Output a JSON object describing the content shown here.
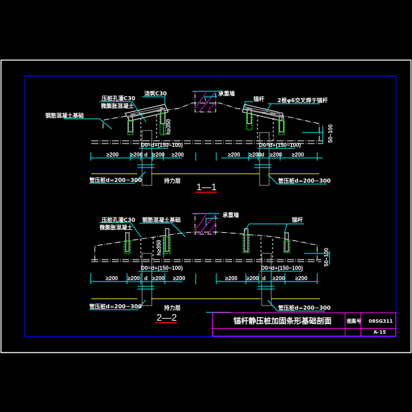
{
  "drawing": {
    "title": "锚杆静压桩加固条形基础剖面",
    "atlas_label": "图集号",
    "atlas_no": "08SG311",
    "page_no": "A-15"
  },
  "colors": {
    "background": "#000000",
    "outer_frame": "#ffffff",
    "inner_frame": "#0000ff",
    "structure": "#ffffff",
    "leader": "#00ffff",
    "hatch": "#ff00ff",
    "anchor_hole": "#00ff00",
    "bearing_layer": "#ffff00",
    "section_underline": "#ff0000",
    "title_block": "#ff00ff"
  },
  "section_1": {
    "label": "1—1",
    "callouts": {
      "strip_foundation": "钢筋混凝土基础",
      "pile_hole": "压桩孔灌C30",
      "micro_expansion": "微膨胀混凝土",
      "seal_c30": "浇筑C30",
      "bearing_wall": "承重墙",
      "anchor_bolt": "锚杆",
      "weld_note": "2根φ6交叉焊于锚杆",
      "pile_length": "管压桩d=200~300",
      "bearing_layer": "持力层"
    },
    "dims": {
      "hole_depth": "h≥350",
      "pile_spacing": "D0=d+(150~100)",
      "left_outer": "≥200",
      "left_inner": "≥200",
      "pile_dia": "d",
      "right_inner": "≥200",
      "right_outer": "≥200",
      "edge": "50~100"
    }
  },
  "section_2": {
    "label": "2—2",
    "callouts": {
      "pile_hole": "压桩孔灌C30",
      "micro_expansion": "微膨胀混凝土",
      "strip_foundation": "钢筋混凝土基础",
      "bearing_wall": "承重墙",
      "anchor_bolt": "锚杆",
      "pile_length": "管压桩d=200~300",
      "bearing_layer": "持力层"
    },
    "dims": {
      "hole_depth": "h≥350",
      "pile_spacing": "D0=d+(150~100)",
      "left_outer": "≥200",
      "left_inner": "≥200",
      "pile_dia": "d",
      "right_inner": "≥200",
      "right_outer": "≥200",
      "edge": "50~100"
    }
  }
}
